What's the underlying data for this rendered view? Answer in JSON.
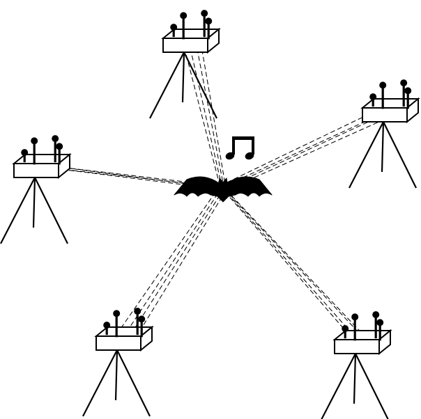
{
  "diagram": {
    "subject": "bat",
    "sound_symbol": "music-note-icon",
    "station_count": 5,
    "microphones_per_station": 4,
    "beams_per_station": 4,
    "colors": {
      "line": "#000000",
      "fill": "#000000",
      "box_fill": "#ffffff",
      "background": "#ffffff"
    }
  }
}
